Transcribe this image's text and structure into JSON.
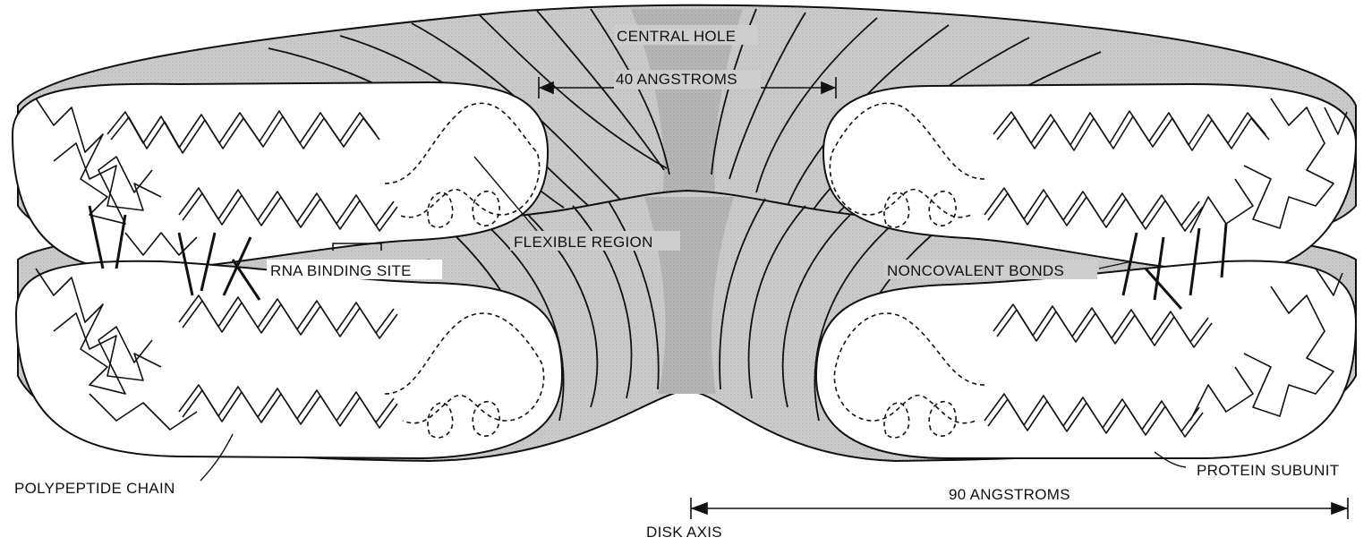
{
  "labels": {
    "central_hole": "CENTRAL HOLE",
    "width_40": "40 ANGSTROMS",
    "flexible_region": "FLEXIBLE REGION",
    "rna_binding_site": "RNA BINDING SITE",
    "noncovalent_bonds": "NONCOVALENT BONDS",
    "polypeptide_chain": "POLYPEPTIDE CHAIN",
    "protein_subunit": "PROTEIN SUBUNIT",
    "radius_90": "90 ANGSTROMS",
    "disk_axis": "DISK AXIS"
  },
  "colors": {
    "ink": "#111111",
    "shade": "#c9c9c9",
    "shade_dark": "#b4b4b4",
    "paper": "#ffffff"
  }
}
